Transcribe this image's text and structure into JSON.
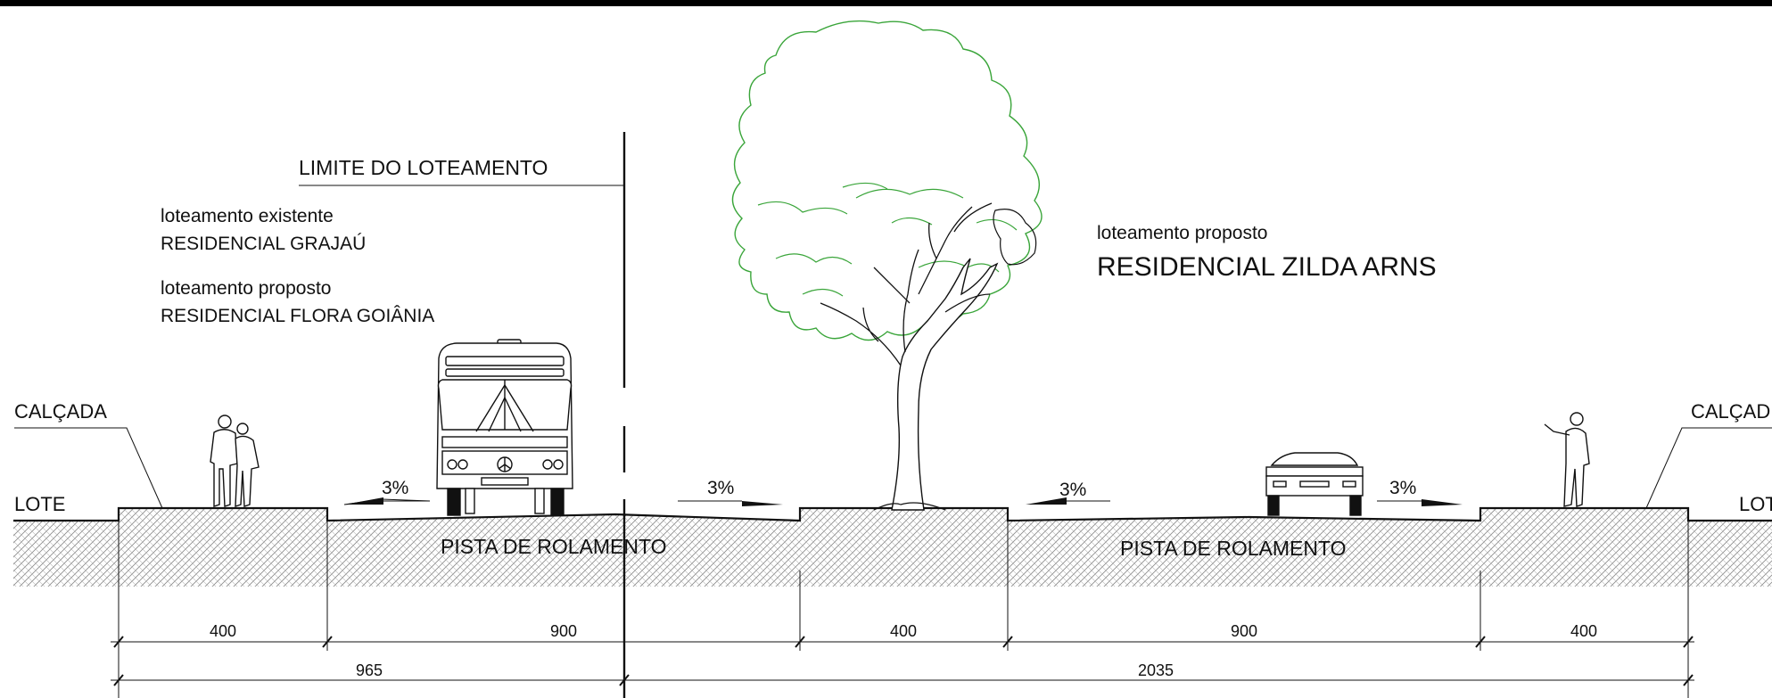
{
  "labels": {
    "limite": "LIMITE DO LOTEAMENTO",
    "existente_caption": "loteamento existente",
    "existente_name": "RESIDENCIAL GRAJAÚ",
    "proposto_left_caption": "loteamento proposto",
    "proposto_left_name": "RESIDENCIAL FLORA GOIÂNIA",
    "proposto_right_caption": "loteamento proposto",
    "proposto_right_name": "RESIDENCIAL ZILDA ARNS",
    "calcada_left": "CALÇADA",
    "calcada_right": "CALÇAD",
    "lote_left": "LOTE",
    "lote_right": "LOT",
    "pista_left": "PISTA DE ROLAMENTO",
    "pista_right": "PISTA DE ROLAMENTO"
  },
  "slopes": [
    "3%",
    "3%",
    "3%",
    "3%"
  ],
  "dimensions": {
    "row1": [
      "400",
      "900",
      "400",
      "900",
      "400"
    ],
    "row2": [
      "965",
      "2035"
    ]
  },
  "colors": {
    "line": "#111111",
    "tree_canopy": "#3aa53a",
    "hatch": "#8a8a8a"
  }
}
